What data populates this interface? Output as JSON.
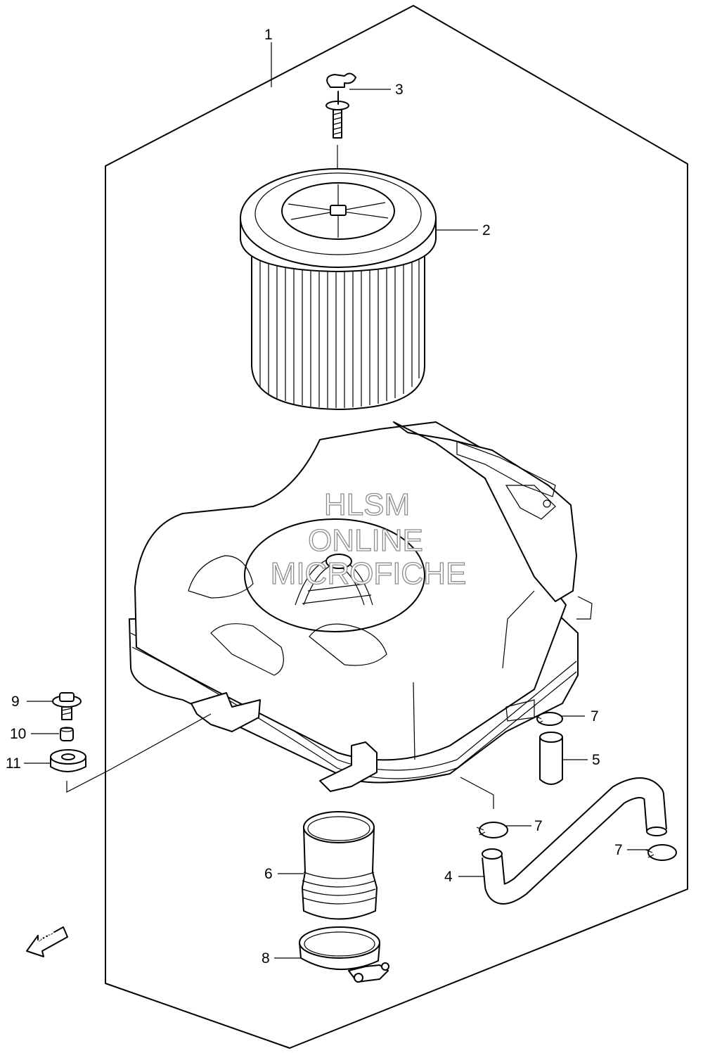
{
  "watermark": {
    "line1": "HLSM",
    "line2": "ONLINE",
    "line3": "MICROFICHE"
  },
  "fwd_label": "FWD",
  "callouts": [
    {
      "id": "1",
      "label": "1"
    },
    {
      "id": "2",
      "label": "2"
    },
    {
      "id": "3",
      "label": "3"
    },
    {
      "id": "4",
      "label": "4"
    },
    {
      "id": "5",
      "label": "5"
    },
    {
      "id": "6",
      "label": "6"
    },
    {
      "id": "7a",
      "label": "7"
    },
    {
      "id": "7b",
      "label": "7"
    },
    {
      "id": "7c",
      "label": "7"
    },
    {
      "id": "8",
      "label": "8"
    },
    {
      "id": "9",
      "label": "9"
    },
    {
      "id": "10",
      "label": "10"
    },
    {
      "id": "11",
      "label": "11"
    }
  ]
}
